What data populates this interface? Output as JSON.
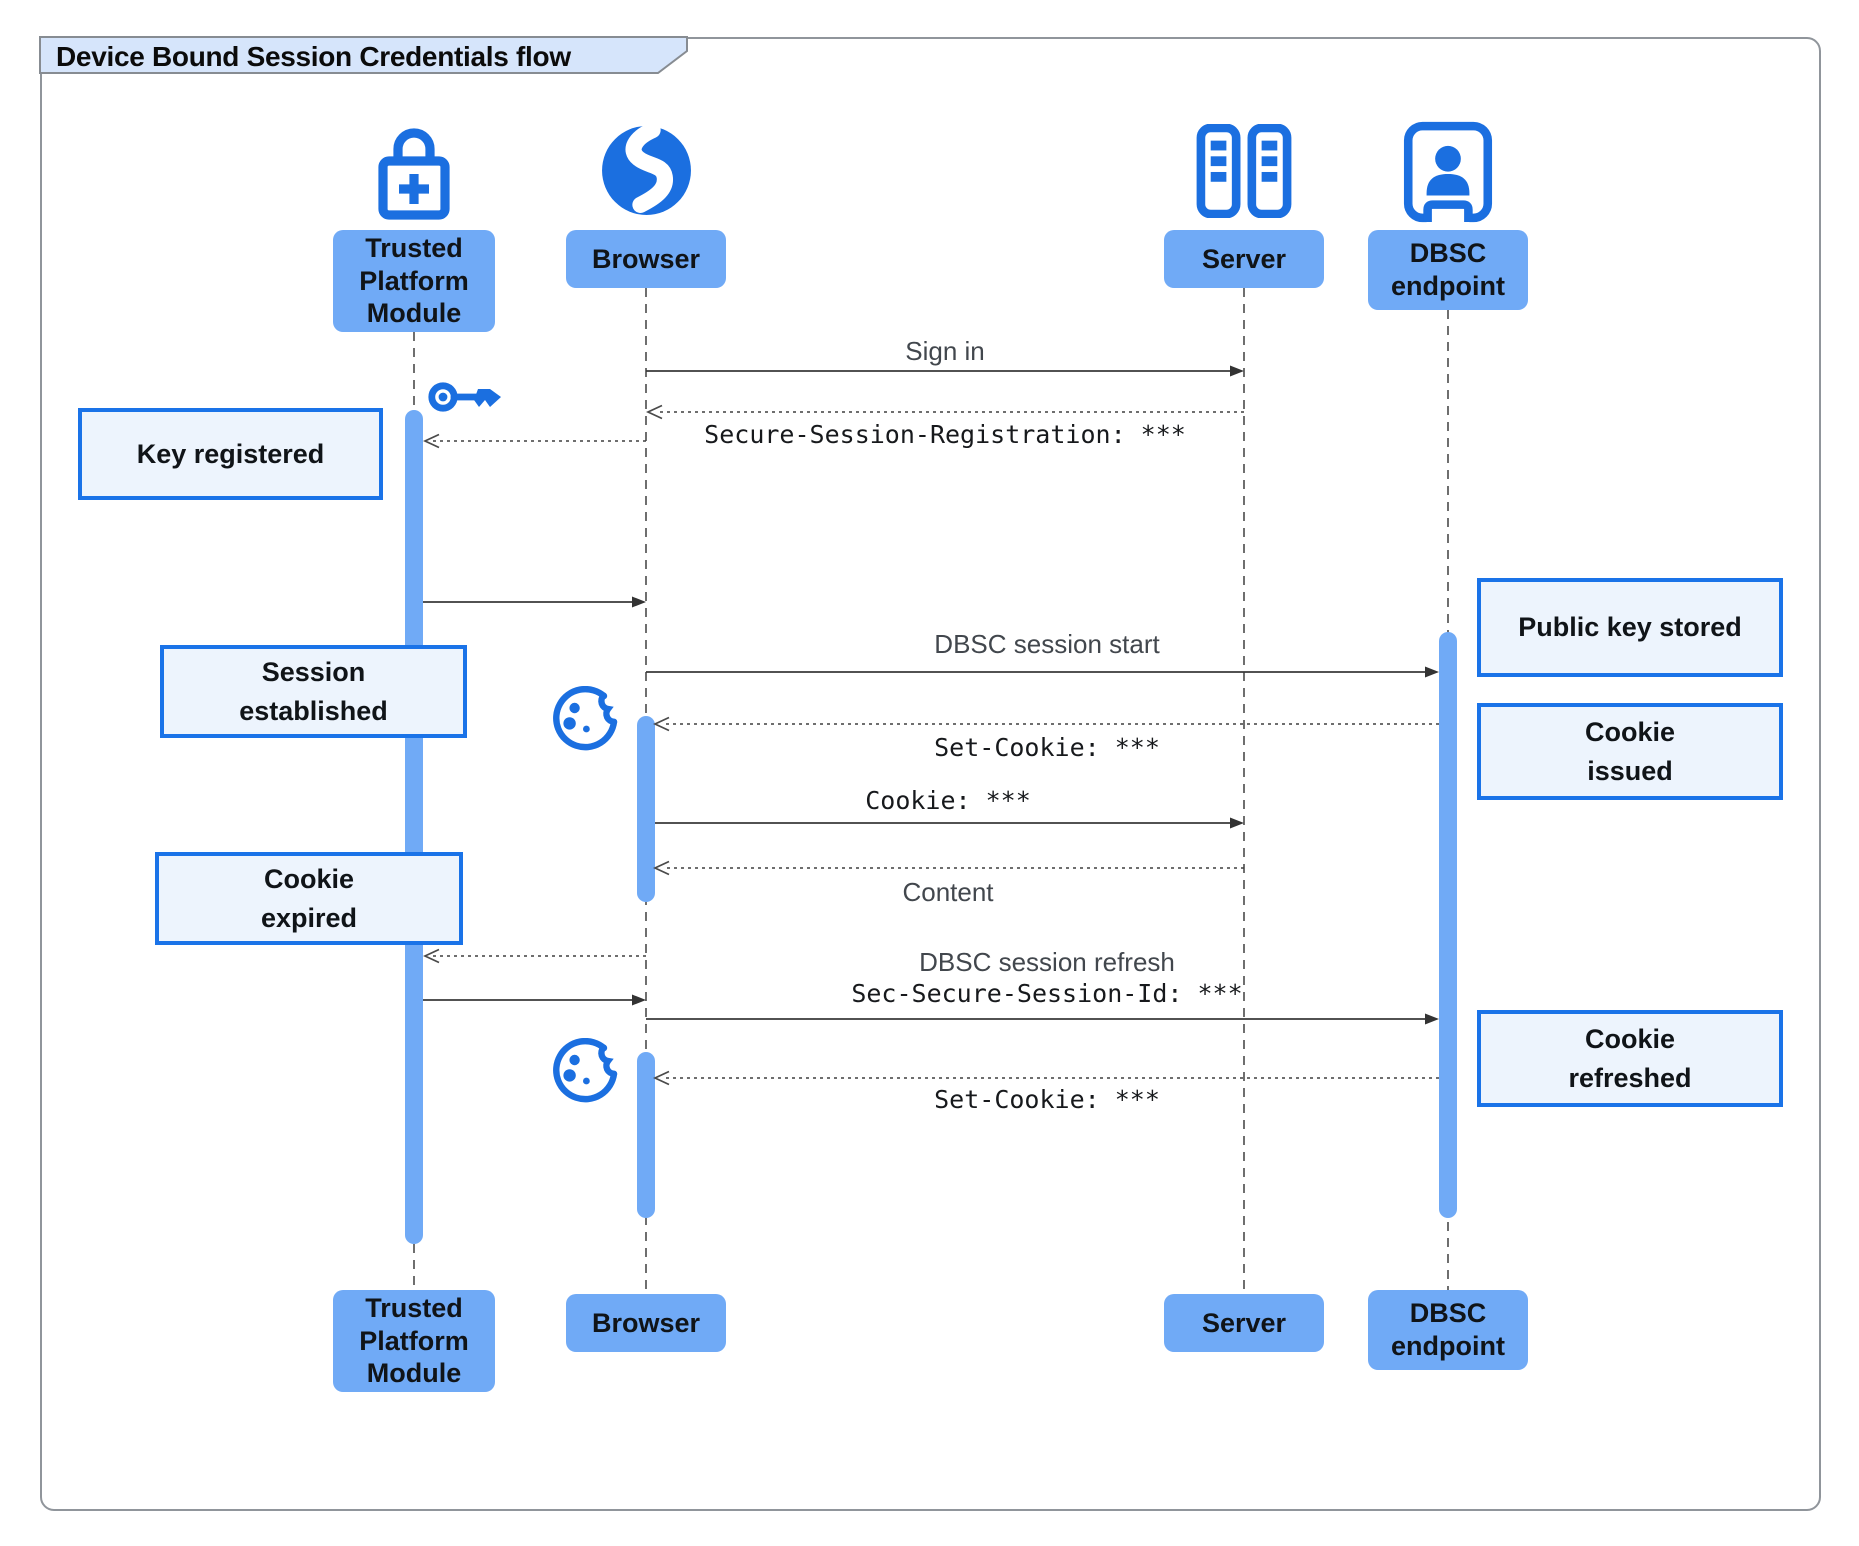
{
  "title": "Device Bound Session Credentials flow",
  "diagram_type": "sequence",
  "participants": {
    "tpm": {
      "label": "Trusted Platform Module",
      "icon": "lock-plus-icon"
    },
    "browser": {
      "label": "Browser",
      "icon": "globe-icon"
    },
    "server": {
      "label": "Server",
      "icon": "server-racks-icon"
    },
    "dbsc": {
      "label": "DBSC endpoint",
      "icon": "booth-person-icon"
    }
  },
  "messages": {
    "sign_in": {
      "from": "browser",
      "to": "server",
      "style": "solid",
      "label": "Sign in"
    },
    "secure_session_registration": {
      "from": "server",
      "to": "browser",
      "style": "dotted",
      "label": "Secure-Session-Registration: ***",
      "font": "mono"
    },
    "register_key": {
      "from": "browser",
      "to": "tpm",
      "style": "dotted",
      "label": ""
    },
    "key_ready": {
      "from": "tpm",
      "to": "browser",
      "style": "solid",
      "label": ""
    },
    "dbsc_session_start": {
      "from": "browser",
      "to": "dbsc",
      "style": "solid",
      "label": "DBSC session start"
    },
    "set_cookie_issue": {
      "from": "dbsc",
      "to": "browser",
      "style": "dotted",
      "label": "Set-Cookie: ***",
      "font": "mono"
    },
    "cookie_request": {
      "from": "browser",
      "to": "server",
      "style": "solid",
      "label": "Cookie: ***",
      "font": "mono"
    },
    "content_response": {
      "from": "server",
      "to": "browser",
      "style": "dotted",
      "label": "Content"
    },
    "refresh_key_request": {
      "from": "browser",
      "to": "tpm",
      "style": "dotted",
      "label": ""
    },
    "refresh_key_ready": {
      "from": "tpm",
      "to": "browser",
      "style": "solid",
      "label": ""
    },
    "dbsc_session_refresh": {
      "from": "browser",
      "to": "dbsc",
      "style": "solid",
      "label": "DBSC session refresh",
      "sub_label": "Sec-Secure-Session-Id: ***"
    },
    "set_cookie_refresh": {
      "from": "dbsc",
      "to": "browser",
      "style": "dotted",
      "label": "Set-Cookie: ***",
      "font": "mono"
    }
  },
  "notes": {
    "key_registered": {
      "label": "Key registered",
      "side": "left"
    },
    "session_established": {
      "label": "Session established",
      "side": "left"
    },
    "cookie_expired": {
      "label": "Cookie expired",
      "side": "left"
    },
    "public_key_stored": {
      "label": "Public key stored",
      "side": "right"
    },
    "cookie_issued": {
      "label": "Cookie issued",
      "side": "right"
    },
    "cookie_refreshed": {
      "label": "Cookie refreshed",
      "side": "right"
    }
  },
  "icons": [
    "lock-plus-icon",
    "globe-icon",
    "server-racks-icon",
    "booth-person-icon",
    "key-icon",
    "cookie-icon"
  ],
  "colors": {
    "icon_blue": "#1b6fe0",
    "participant_fill": "#70aaf6",
    "activation_fill": "#70aaf6",
    "note_fill": "#edf4fd",
    "note_border": "#1a73e8",
    "title_fill": "#d6e5fb",
    "frame_border": "#90959b",
    "line_color": "#3f3f3f"
  }
}
